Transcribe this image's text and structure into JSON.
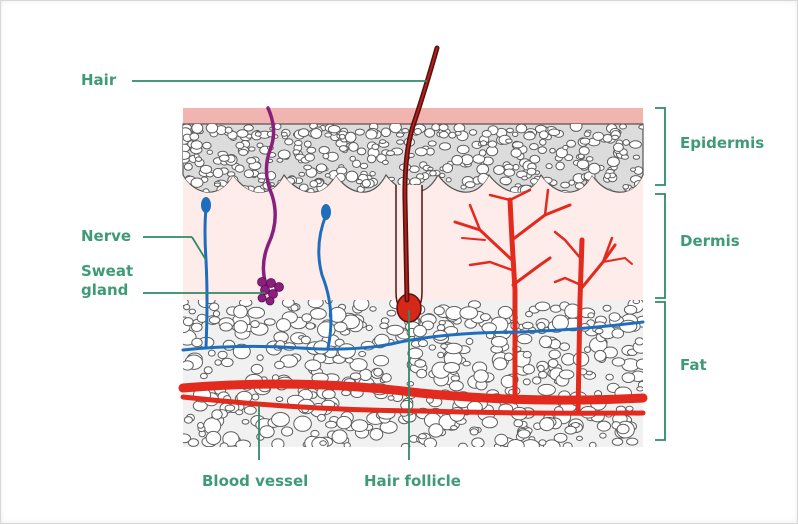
{
  "diagram": {
    "labels": {
      "hair": "Hair",
      "nerve": "Nerve",
      "sweat_gland": "Sweat gland",
      "blood_vessel": "Blood vessel",
      "hair_follicle": "Hair follicle"
    },
    "layers": {
      "epidermis": "Epidermis",
      "dermis": "Dermis",
      "fat": "Fat"
    },
    "colors": {
      "label_text": "#3f9a76",
      "leader_line": "#2e8a67",
      "surface": "#f2b4b0",
      "dermis_fill": "#fdecea",
      "fat_fill": "#f1f1f1",
      "cell_outline": "#5e5e5e",
      "blood_vessel": "#e22a1e",
      "nerve": "#1f6ebd",
      "sweat_gland": "#8a1f7c",
      "hair": "#5a1010"
    }
  }
}
